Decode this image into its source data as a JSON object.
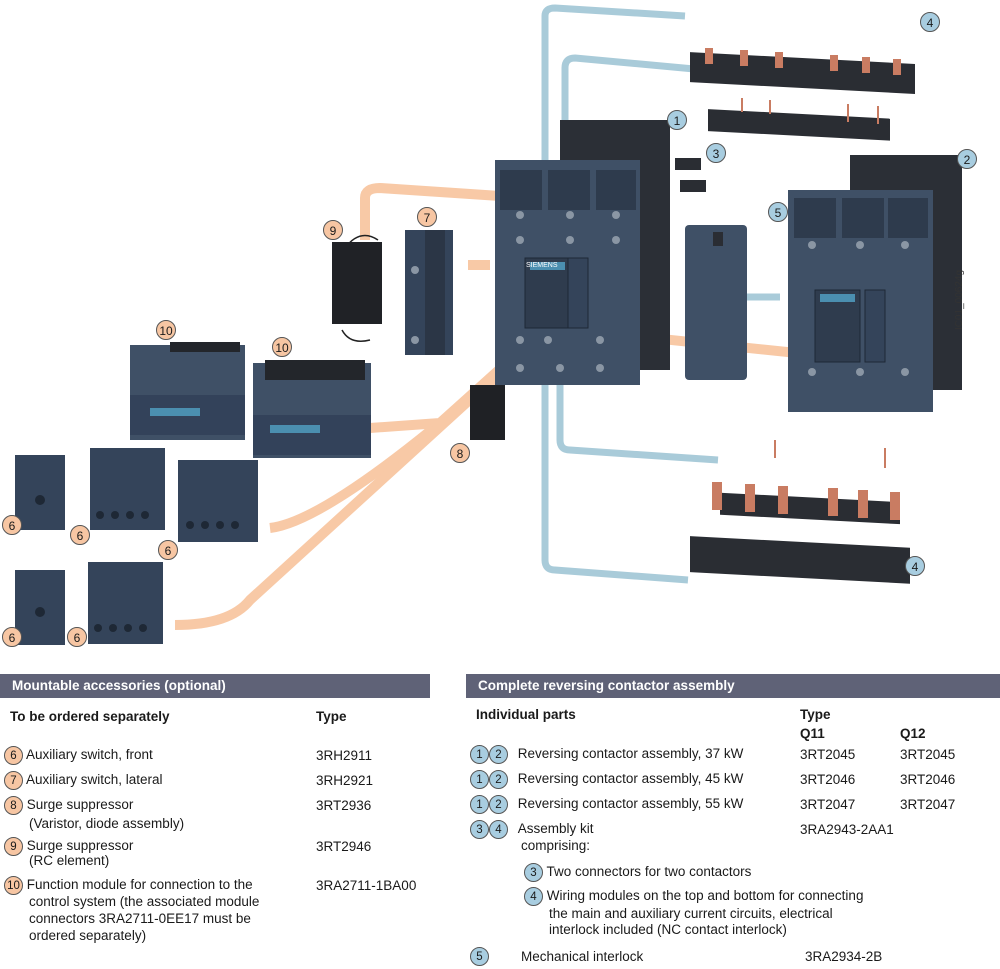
{
  "diagram": {
    "image_code": "IC01_00624g",
    "manufacturer_label": "SIEMENS",
    "callouts": [
      {
        "n": "1",
        "kind": "blue"
      },
      {
        "n": "2",
        "kind": "blue"
      },
      {
        "n": "3",
        "kind": "blue"
      },
      {
        "n": "4",
        "kind": "blue"
      },
      {
        "n": "4",
        "kind": "blue"
      },
      {
        "n": "5",
        "kind": "blue"
      },
      {
        "n": "6",
        "kind": "orange"
      },
      {
        "n": "6",
        "kind": "orange"
      },
      {
        "n": "6",
        "kind": "orange"
      },
      {
        "n": "6",
        "kind": "orange"
      },
      {
        "n": "6",
        "kind": "orange"
      },
      {
        "n": "7",
        "kind": "orange"
      },
      {
        "n": "8",
        "kind": "orange"
      },
      {
        "n": "9",
        "kind": "orange"
      },
      {
        "n": "10",
        "kind": "orange"
      },
      {
        "n": "10",
        "kind": "orange"
      }
    ],
    "colors": {
      "blue_link": "#a9cbd9",
      "orange_link": "#f8c9a6",
      "device": "#3f5066",
      "device_dark": "#2b2f36"
    }
  },
  "left": {
    "header": "Mountable accessories (optional)",
    "col_item": "To be ordered separately",
    "col_type": "Type",
    "rows": [
      {
        "n": "6",
        "text": "Auxiliary switch, front",
        "type": "3RH2911"
      },
      {
        "n": "7",
        "text": "Auxiliary switch, lateral",
        "type": "3RH2921"
      },
      {
        "n": "8",
        "text": "Surge suppressor",
        "text2": "(Varistor, diode assembly)",
        "type": "3RT2936"
      },
      {
        "n": "9",
        "text": "Surge suppressor",
        "text2": "(RC element)",
        "type": "3RT2946"
      },
      {
        "n": "10",
        "text": "Function module for connection to the",
        "text2": "control system (the associated module",
        "text3": "connectors 3RA2711-0EE17 must be",
        "text4": "ordered separately)",
        "type": "3RA2711-1BA00"
      }
    ]
  },
  "right": {
    "header": "Complete reversing contactor assembly",
    "col_item": "Individual parts",
    "col_type": "Type",
    "col_q11": "Q11",
    "col_q12": "Q12",
    "rows": [
      {
        "n1": "1",
        "n2": "2",
        "text": "Reversing contactor assembly, 37 kW",
        "q11": "3RT2045",
        "q12": "3RT2045"
      },
      {
        "n1": "1",
        "n2": "2",
        "text": "Reversing contactor assembly, 45 kW",
        "q11": "3RT2046",
        "q12": "3RT2046"
      },
      {
        "n1": "1",
        "n2": "2",
        "text": "Reversing contactor assembly, 55 kW",
        "q11": "3RT2047",
        "q12": "3RT2047"
      },
      {
        "n1": "3",
        "n2": "4",
        "text": "Assembly kit",
        "text2": "comprising:",
        "q11": "3RA2943-2AA1"
      }
    ],
    "sub": [
      {
        "n": "3",
        "text": "Two connectors for two contactors"
      },
      {
        "n": "4",
        "text": "Wiring modules on the top and bottom for connecting",
        "text2": "the main and auxiliary current circuits, electrical",
        "text3": "interlock included (NC contact interlock)"
      }
    ],
    "interlock": {
      "n": "5",
      "text": "Mechanical interlock",
      "type": "3RA2934-2B"
    }
  }
}
